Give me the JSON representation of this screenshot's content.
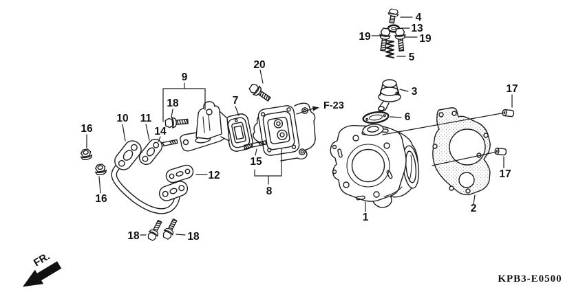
{
  "diagram": {
    "code": "KPB3-E0500",
    "direction_arrow": "FR.",
    "reference_link": "F-23",
    "line_color": "#1a1a1a",
    "background_color": "#ffffff",
    "parts": {
      "p1": "1",
      "p2": "2",
      "p3": "3",
      "p4": "4",
      "p5": "5",
      "p6": "6",
      "p7": "7",
      "p8": "8",
      "p9": "9",
      "p10": "10",
      "p11": "11",
      "p12": "12",
      "p13": "13",
      "p14": "14",
      "p15": "15",
      "p16": "16",
      "p17": "17",
      "p18": "18",
      "p19": "19",
      "p20": "20"
    }
  }
}
